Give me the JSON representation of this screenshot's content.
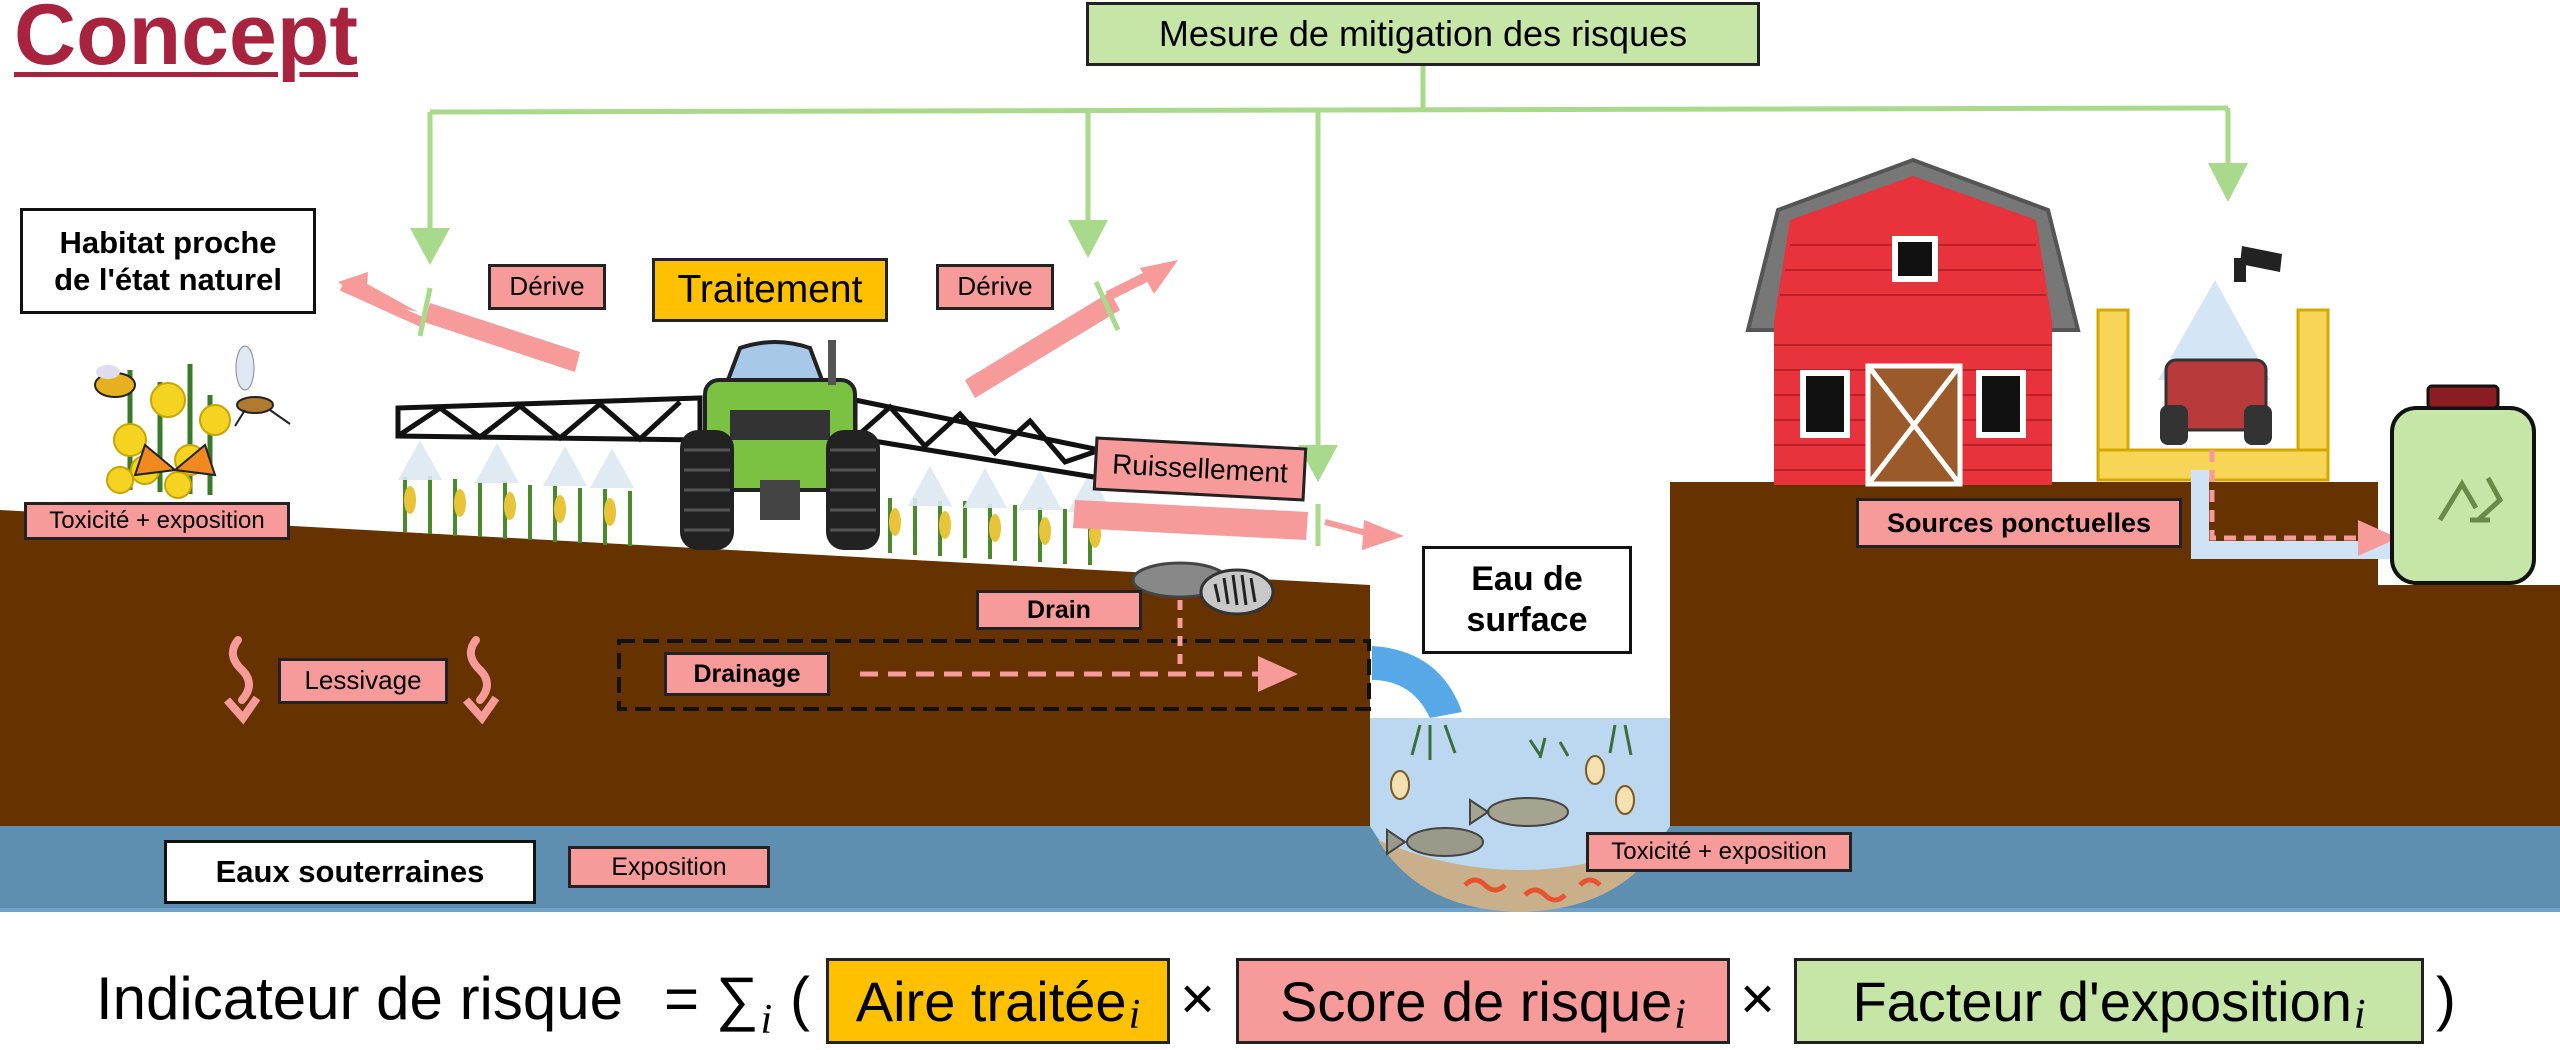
{
  "title": "Concept",
  "mitigation_label": "Mesure de mitigation des risques",
  "habitat_label": "Habitat proche\nde l'état naturel",
  "treatment_label": "Traitement",
  "drift_left_label": "Dérive",
  "drift_right_label": "Dérive",
  "runoff_label": "Ruissellement",
  "tox_exposure_left_label": "Toxicité + exposition",
  "leaching_label": "Lessivage",
  "drain_label": "Drain",
  "drainage_label": "Drainage",
  "surface_water_label": "Eau de\nsurface",
  "point_sources_label": "Sources ponctuelles",
  "groundwater_label": "Eaux souterraines",
  "exposure_label": "Exposition",
  "tox_exposure_water_label": "Toxicité + exposition",
  "formula": {
    "lhs": "Indicateur de risque",
    "equals_sum": "= ∑",
    "sum_index": "i",
    "open_paren": "(",
    "term1": "Aire traitée",
    "term2": "Score de risque",
    "term3": "Facteur d'exposition",
    "subscript": "i",
    "times": "×",
    "close_paren": ")"
  },
  "colors": {
    "title": "#a8243e",
    "soil": "#663300",
    "groundwater": "#5f8fb0",
    "pink_label": "#f79a9a",
    "arrow_green": "#a9d98a",
    "treatment_yellow": "#ffc000",
    "barn_red": "#e8323c",
    "surface_water": "#bcd8f0"
  }
}
